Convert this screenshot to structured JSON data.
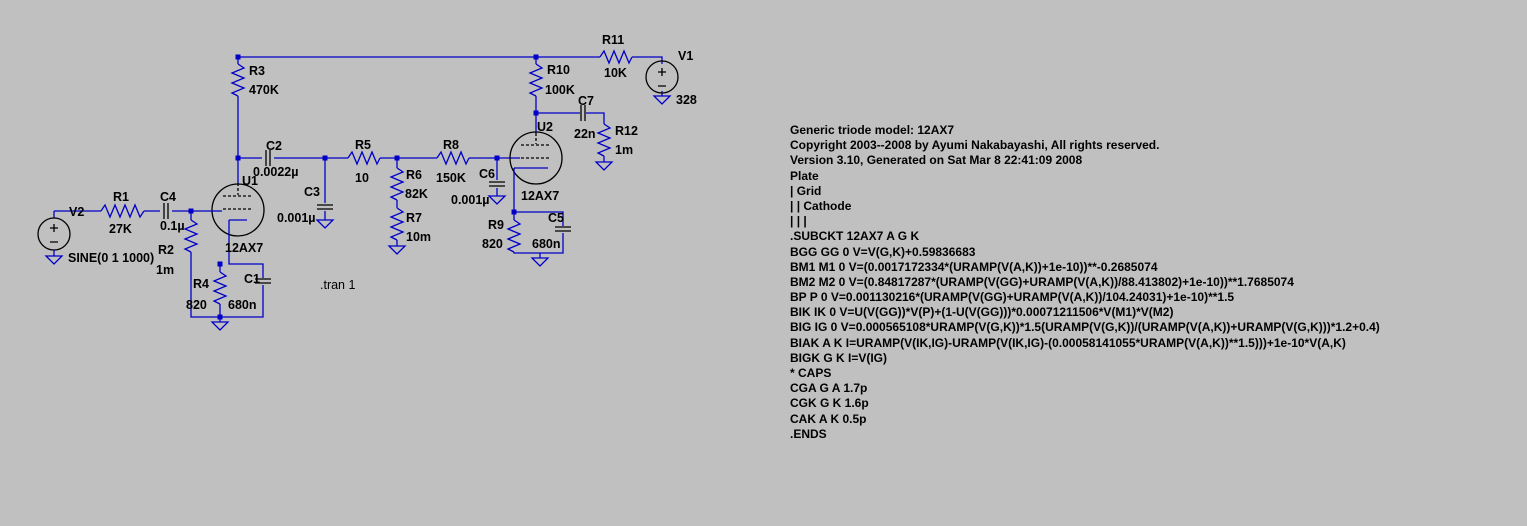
{
  "components": {
    "R1": {
      "name": "R1",
      "value": "27K"
    },
    "R2": {
      "name": "R2",
      "value": "1m"
    },
    "R3": {
      "name": "R3",
      "value": "470K"
    },
    "R4": {
      "name": "R4",
      "value": "820"
    },
    "R5": {
      "name": "R5",
      "value": "10"
    },
    "R6": {
      "name": "R6",
      "value": "82K"
    },
    "R7": {
      "name": "R7",
      "value": "10m"
    },
    "R8": {
      "name": "R8",
      "value": "150K"
    },
    "R9": {
      "name": "R9",
      "value": "820"
    },
    "R10": {
      "name": "R10",
      "value": "100K"
    },
    "R11": {
      "name": "R11",
      "value": "10K"
    },
    "R12": {
      "name": "R12",
      "value": "1m"
    },
    "C1": {
      "name": "C1",
      "value": "680n"
    },
    "C2": {
      "name": "C2",
      "value": "0.0022µ"
    },
    "C3": {
      "name": "C3",
      "value": "0.001µ"
    },
    "C4": {
      "name": "C4",
      "value": "0.1µ"
    },
    "C5": {
      "name": "C5",
      "value": "680n"
    },
    "C6": {
      "name": "C6",
      "value": "0.001µ"
    },
    "C7": {
      "name": "C7",
      "value": "22n"
    },
    "U1": {
      "name": "U1",
      "value": "12AX7"
    },
    "U2": {
      "name": "U2",
      "value": "12AX7"
    },
    "V1": {
      "name": "V1",
      "value": "328"
    },
    "V2": {
      "name": "V2",
      "value": "SINE(0 1 1000)"
    }
  },
  "directive": ".tran 1",
  "netlist": [
    "Generic triode model: 12AX7",
    "Copyright 2003--2008 by Ayumi Nakabayashi, All rights reserved.",
    "Version 3.10, Generated on Sat Mar 8 22:41:09 2008",
    "Plate",
    "| Grid",
    "| | Cathode",
    "| | |",
    ".SUBCKT 12AX7 A G K",
    "BGG GG 0 V=V(G,K)+0.59836683",
    "BM1 M1 0 V=(0.0017172334*(URAMP(V(A,K))+1e-10))**-0.2685074",
    "BM2 M2 0 V=(0.84817287*(URAMP(V(GG)+URAMP(V(A,K))/88.413802)+1e-10))**1.7685074",
    "BP P 0 V=0.001130216*(URAMP(V(GG)+URAMP(V(A,K))/104.24031)+1e-10)**1.5",
    "BIK IK 0 V=U(V(GG))*V(P)+(1-U(V(GG)))*0.00071211506*V(M1)*V(M2)",
    "BIG IG 0 V=0.000565108*URAMP(V(G,K))*1.5(URAMP(V(G,K))/(URAMP(V(A,K))+URAMP(V(G,K)))*1.2+0.4)",
    "BIAK A K I=URAMP(V(IK,IG)-URAMP(V(IK,IG)-(0.00058141055*URAMP(V(A,K))**1.5)))+1e-10*V(A,K)",
    "BIGK G K I=V(IG)",
    "* CAPS",
    "CGA G A 1.7p",
    "CGK G K 1.6p",
    "CAK A K 0.5p",
    ".ENDS"
  ]
}
